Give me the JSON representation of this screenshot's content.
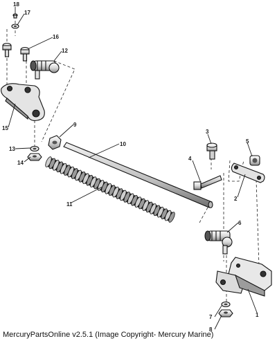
{
  "footer": {
    "caption": "MercuryPartsOnline v2.5.1 (Image Copyright- Mercury Marine)"
  },
  "callouts": {
    "c1": "1",
    "c2": "2",
    "c3": "3",
    "c4": "4",
    "c5": "5",
    "c6": "6",
    "c7": "7",
    "c8": "8",
    "c9": "9",
    "c10": "10",
    "c11": "11",
    "c12": "12",
    "c13": "13",
    "c14": "14",
    "c15": "15",
    "c16": "16",
    "c17": "17",
    "c18": "18"
  },
  "parts": {
    "p1": "mounting-bracket",
    "p2": "link-plate",
    "p3": "bolt",
    "p4": "bolt",
    "p5": "spacer",
    "p6": "ball-joint-lower",
    "p7": "washer",
    "p8": "nut",
    "p9": "nut",
    "p10": "rod",
    "p11": "spring",
    "p12": "ball-joint-upper",
    "p13": "washer",
    "p14": "nut",
    "p15": "lever-plate",
    "p16": "screw",
    "p17": "washer",
    "p18": "screw"
  }
}
